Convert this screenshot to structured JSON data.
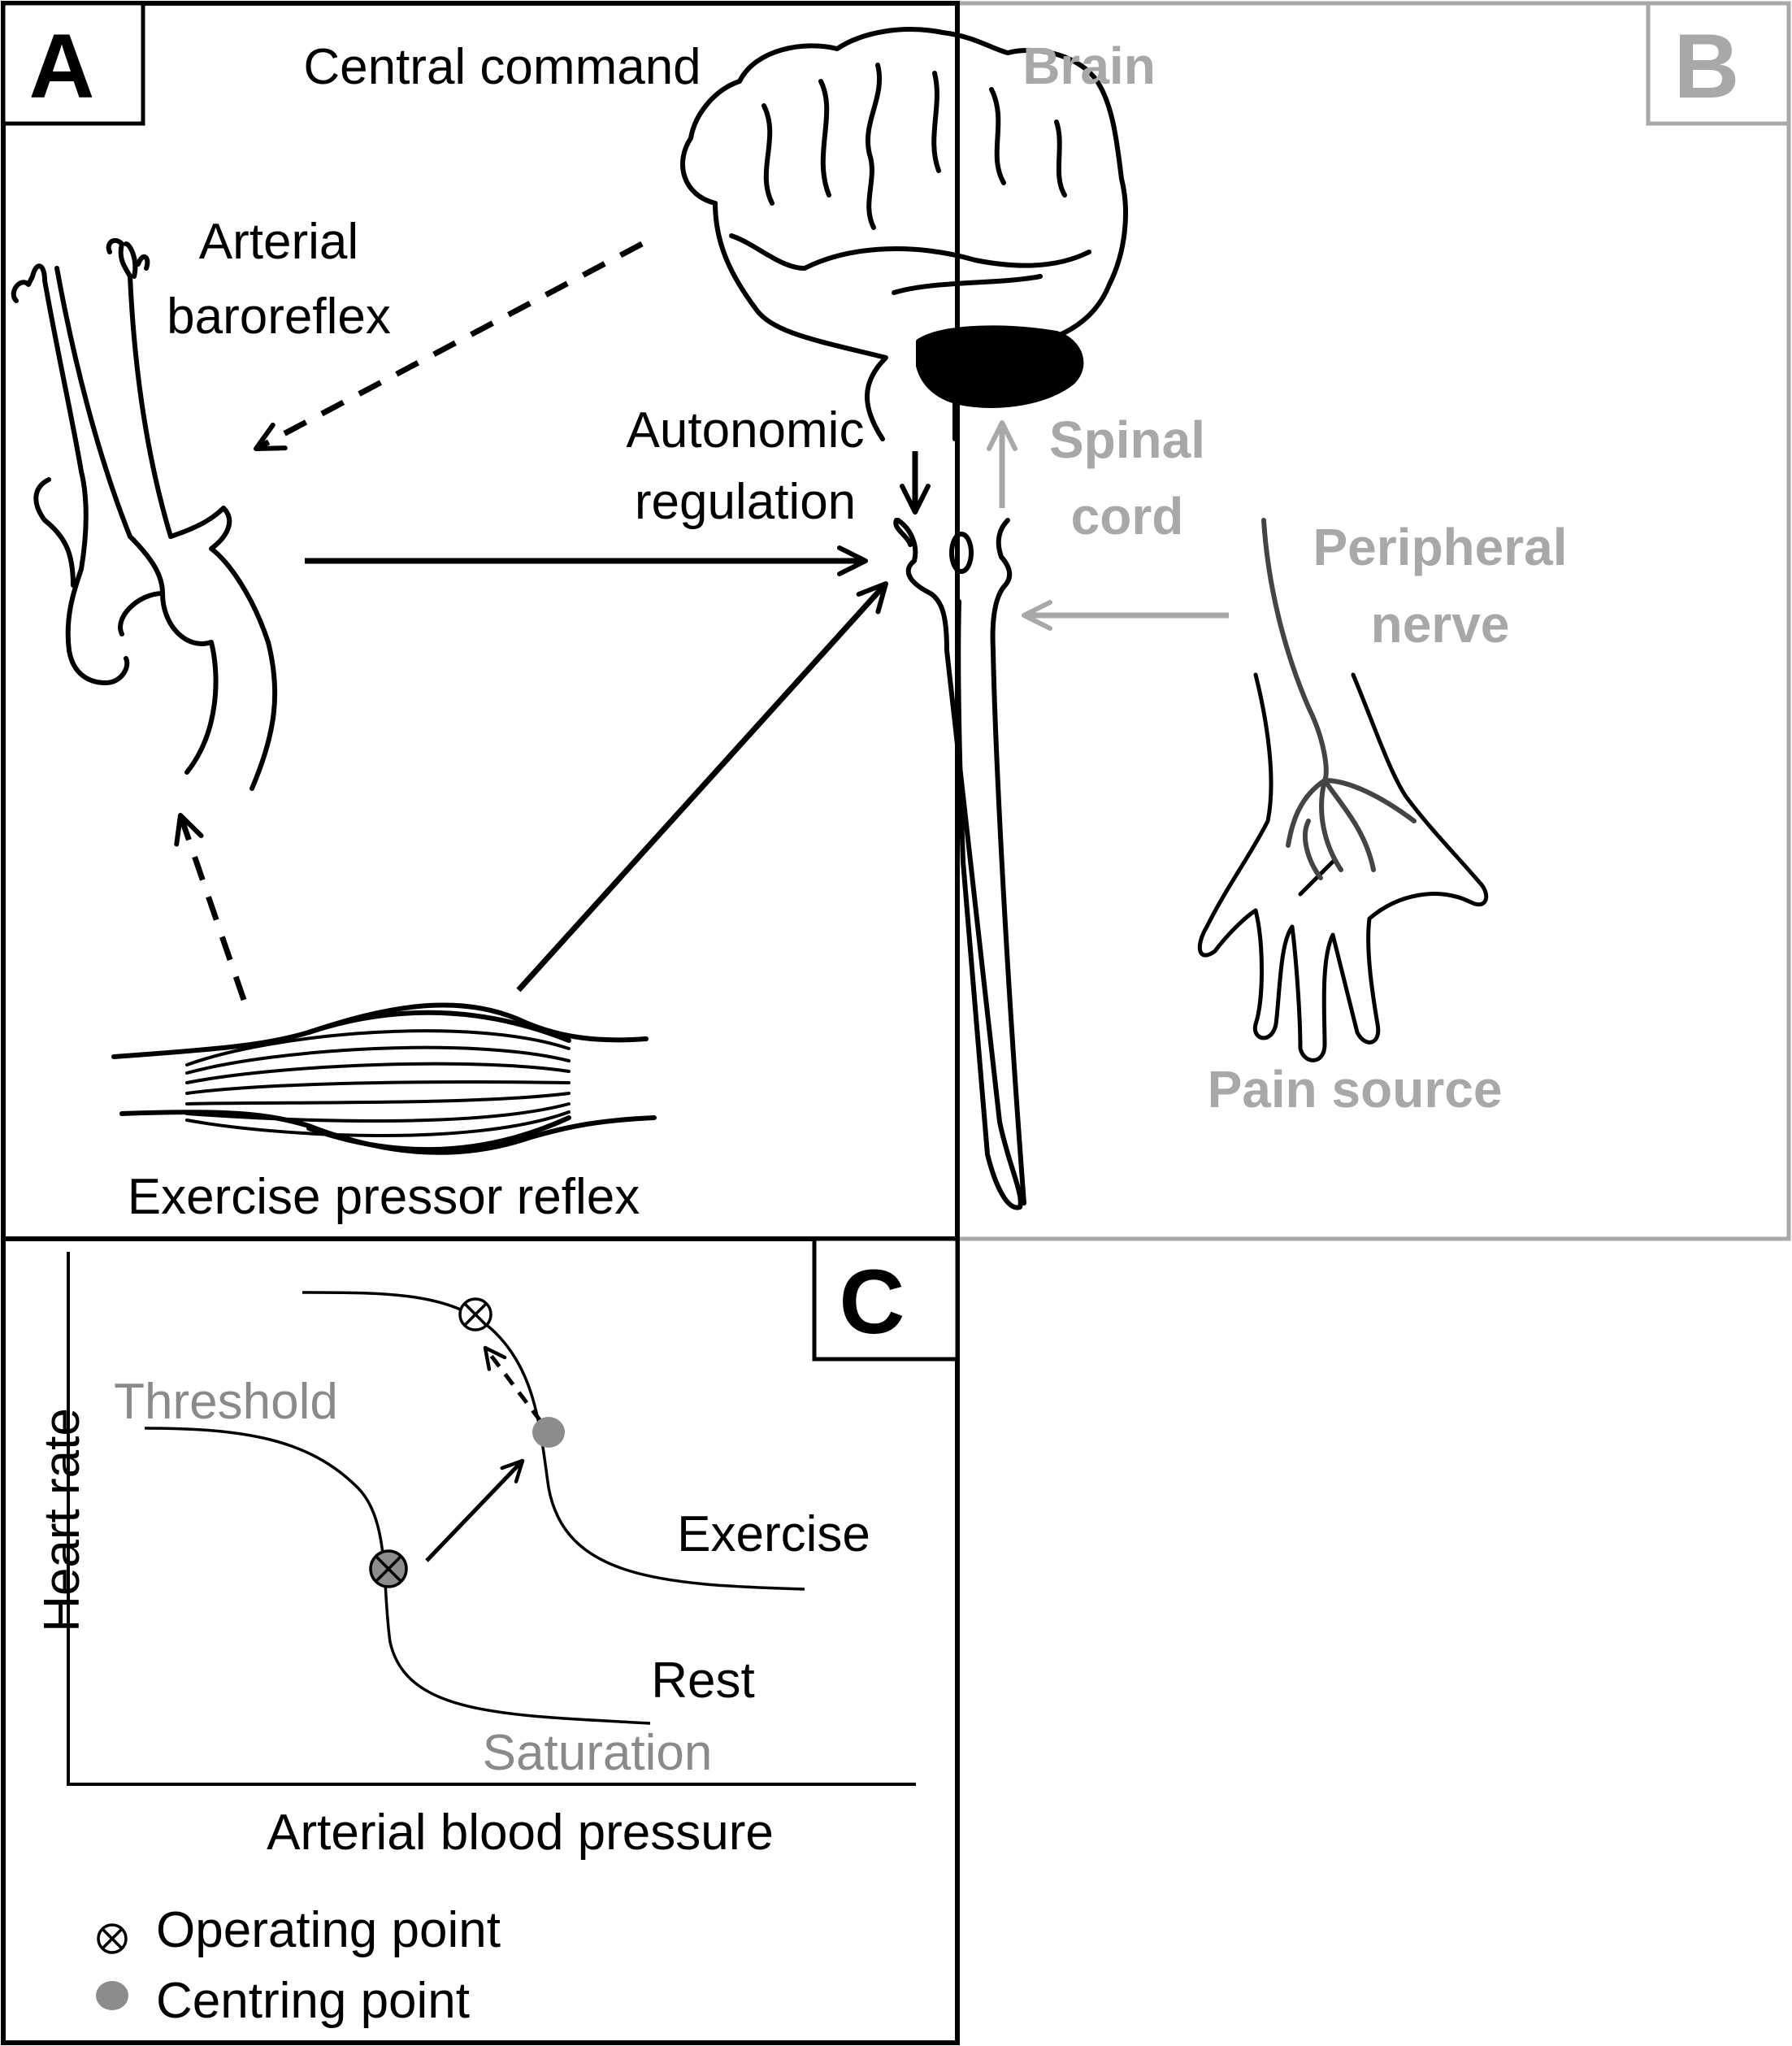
{
  "panels": {
    "a_letter": "A",
    "b_letter": "B",
    "c_letter": "C"
  },
  "panel_a": {
    "central_command": "Central command",
    "arterial_baroreflex_line1": "Arterial",
    "arterial_baroreflex_line2": "baroreflex",
    "autonomic_regulation_line1": "Autonomic",
    "autonomic_regulation_line2": "regulation",
    "exercise_pressor_reflex": "Exercise pressor reflex"
  },
  "panel_b": {
    "brain": "Brain",
    "spinal_cord_line1": "Spinal",
    "spinal_cord_line2": "cord",
    "peripheral_nerve_line1": "Peripheral",
    "peripheral_nerve_line2": "nerve",
    "pain_source": "Pain source"
  },
  "panel_c": {
    "y_axis": "Heart rate",
    "x_axis": "Arterial blood pressure",
    "threshold": "Threshold",
    "saturation": "Saturation",
    "exercise": "Exercise",
    "rest": "Rest",
    "legend_operating": "Operating point",
    "legend_centring": "Centring point"
  },
  "colors": {
    "black": "#000000",
    "gray": "#a8a8a8",
    "centring_point": "#8c8c8c"
  }
}
